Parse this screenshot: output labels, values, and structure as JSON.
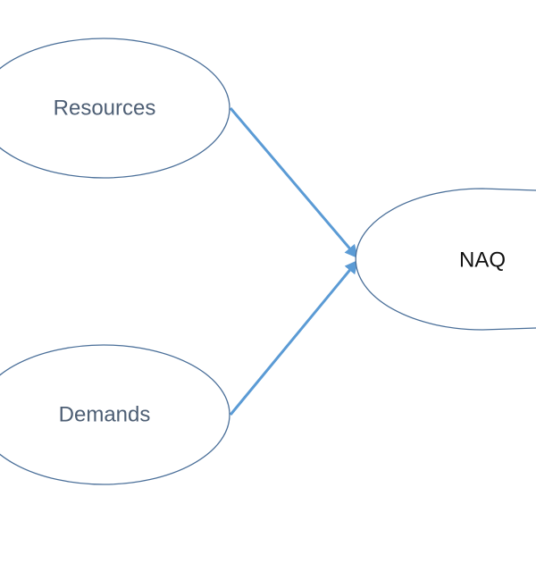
{
  "diagram": {
    "nodes": {
      "resources": {
        "label": "Resources",
        "text_color": "#4d5e74"
      },
      "demands": {
        "label": "Demands",
        "text_color": "#4d5e74"
      },
      "naq": {
        "label": "NAQ",
        "text_color": "#111111"
      }
    },
    "edges": [
      {
        "from": "resources",
        "to": "naq"
      },
      {
        "from": "demands",
        "to": "naq"
      }
    ],
    "colors": {
      "node_outline": "#4a6f99",
      "arrow": "#5b9bd5",
      "background": "#ffffff"
    }
  }
}
